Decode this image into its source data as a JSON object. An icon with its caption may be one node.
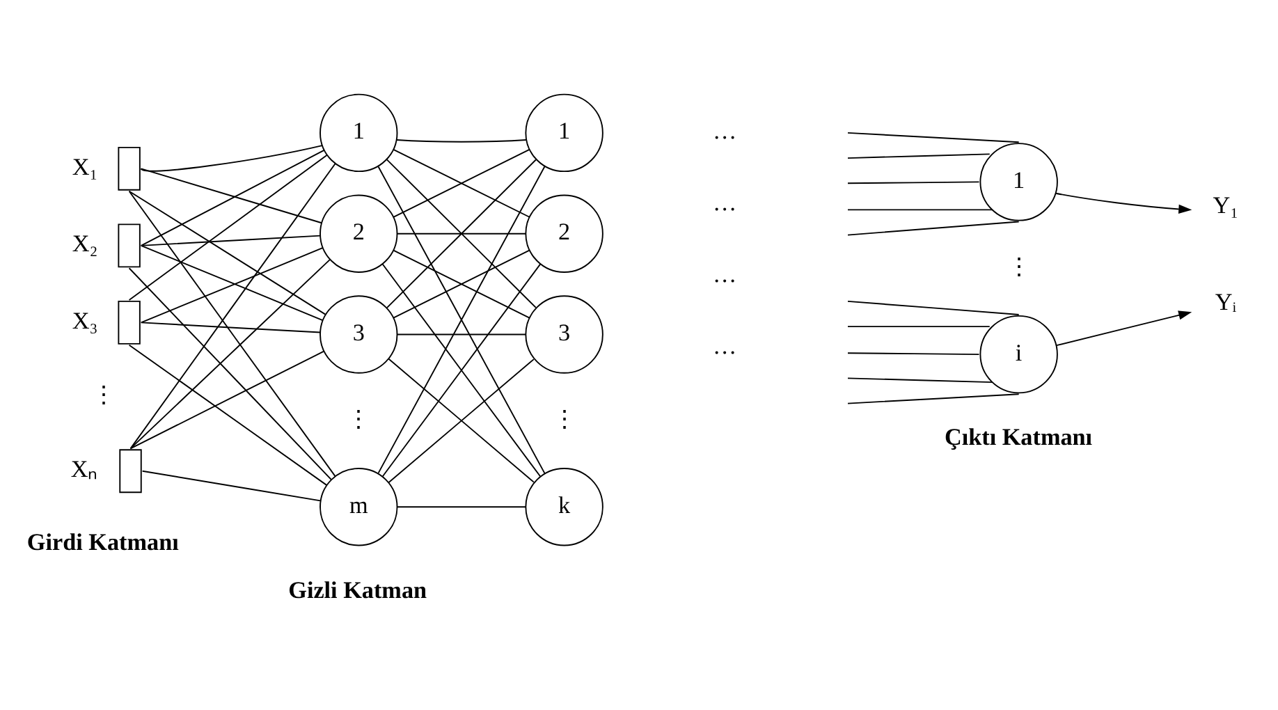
{
  "diagram": {
    "nodes": [
      {
        "text": [],
        "shape": "box",
        "beside": [
          "X₁"
        ]
      },
      {
        "text": [],
        "shape": "box",
        "beside": [
          "X₂"
        ]
      },
      {
        "text": [],
        "shape": "box",
        "beside": [
          "X₃"
        ]
      },
      {
        "text": [],
        "shape": "box",
        "beside": [
          "Xₙ"
        ]
      },
      {
        "text": [
          "1"
        ]
      },
      {
        "text": [
          "2"
        ]
      },
      {
        "text": [
          "3"
        ]
      },
      {
        "text": [
          "m"
        ]
      },
      {
        "text": [
          "1"
        ]
      },
      {
        "text": [
          "2"
        ]
      },
      {
        "text": [
          "3"
        ]
      },
      {
        "text": [
          "k"
        ]
      },
      {
        "text": [
          "1"
        ]
      },
      {
        "text": [
          "i"
        ]
      },
      {
        "text": [
          "Y₁"
        ]
      },
      {
        "text": [
          "Yᵢ"
        ]
      }
    ],
    "edges": [
      {
        "from": 0,
        "to": 4,
        "arrow": "none"
      },
      {
        "from": 0,
        "to": 5,
        "arrow": "none"
      },
      {
        "from": 0,
        "to": 6,
        "arrow": "none"
      },
      {
        "from": 0,
        "to": 7,
        "arrow": "none"
      },
      {
        "from": 1,
        "to": 4,
        "arrow": "none"
      },
      {
        "from": 1,
        "to": 5,
        "arrow": "none"
      },
      {
        "from": 1,
        "to": 6,
        "arrow": "none"
      },
      {
        "from": 1,
        "to": 7,
        "arrow": "none"
      },
      {
        "from": 2,
        "to": 4,
        "arrow": "none"
      },
      {
        "from": 2,
        "to": 5,
        "arrow": "none"
      },
      {
        "from": 2,
        "to": 6,
        "arrow": "none"
      },
      {
        "from": 2,
        "to": 7,
        "arrow": "none"
      },
      {
        "from": 3,
        "to": 4,
        "arrow": "none"
      },
      {
        "from": 3,
        "to": 5,
        "arrow": "none"
      },
      {
        "from": 3,
        "to": 6,
        "arrow": "none"
      },
      {
        "from": 3,
        "to": 7,
        "arrow": "none"
      },
      {
        "from": 4,
        "to": 8,
        "arrow": "none"
      },
      {
        "from": 4,
        "to": 9,
        "arrow": "none"
      },
      {
        "from": 4,
        "to": 10,
        "arrow": "none"
      },
      {
        "from": 4,
        "to": 11,
        "arrow": "none"
      },
      {
        "from": 5,
        "to": 8,
        "arrow": "none"
      },
      {
        "from": 5,
        "to": 9,
        "arrow": "none"
      },
      {
        "from": 5,
        "to": 10,
        "arrow": "none"
      },
      {
        "from": 5,
        "to": 11,
        "arrow": "none"
      },
      {
        "from": 6,
        "to": 8,
        "arrow": "none"
      },
      {
        "from": 6,
        "to": 9,
        "arrow": "none"
      },
      {
        "from": 6,
        "to": 10,
        "arrow": "none"
      },
      {
        "from": 6,
        "to": 11,
        "arrow": "none"
      },
      {
        "from": 7,
        "to": 8,
        "arrow": "none"
      },
      {
        "from": 7,
        "to": 9,
        "arrow": "none"
      },
      {
        "from": 7,
        "to": 10,
        "arrow": "none"
      },
      {
        "from": 7,
        "to": 11,
        "arrow": "none"
      },
      {
        "from": null,
        "to": 12,
        "arrow": "none"
      },
      {
        "from": null,
        "to": 12,
        "arrow": "none"
      },
      {
        "from": null,
        "to": 12,
        "arrow": "none"
      },
      {
        "from": null,
        "to": 12,
        "arrow": "none"
      },
      {
        "from": null,
        "to": 12,
        "arrow": "none"
      },
      {
        "from": null,
        "to": 13,
        "arrow": "none"
      },
      {
        "from": null,
        "to": 13,
        "arrow": "none"
      },
      {
        "from": null,
        "to": 13,
        "arrow": "none"
      },
      {
        "from": null,
        "to": 13,
        "arrow": "none"
      },
      {
        "from": null,
        "to": 13,
        "arrow": "none"
      },
      {
        "from": 12,
        "to": 14,
        "arrow": "to"
      },
      {
        "from": 13,
        "to": 15,
        "arrow": "to"
      }
    ],
    "labels": [
      "…",
      "…",
      "…",
      "⋮",
      "⋮",
      "⋮",
      "⋮",
      "…",
      "Girdi Katmanı",
      "Gizli Katman",
      "Çıktı Katmanı"
    ]
  }
}
